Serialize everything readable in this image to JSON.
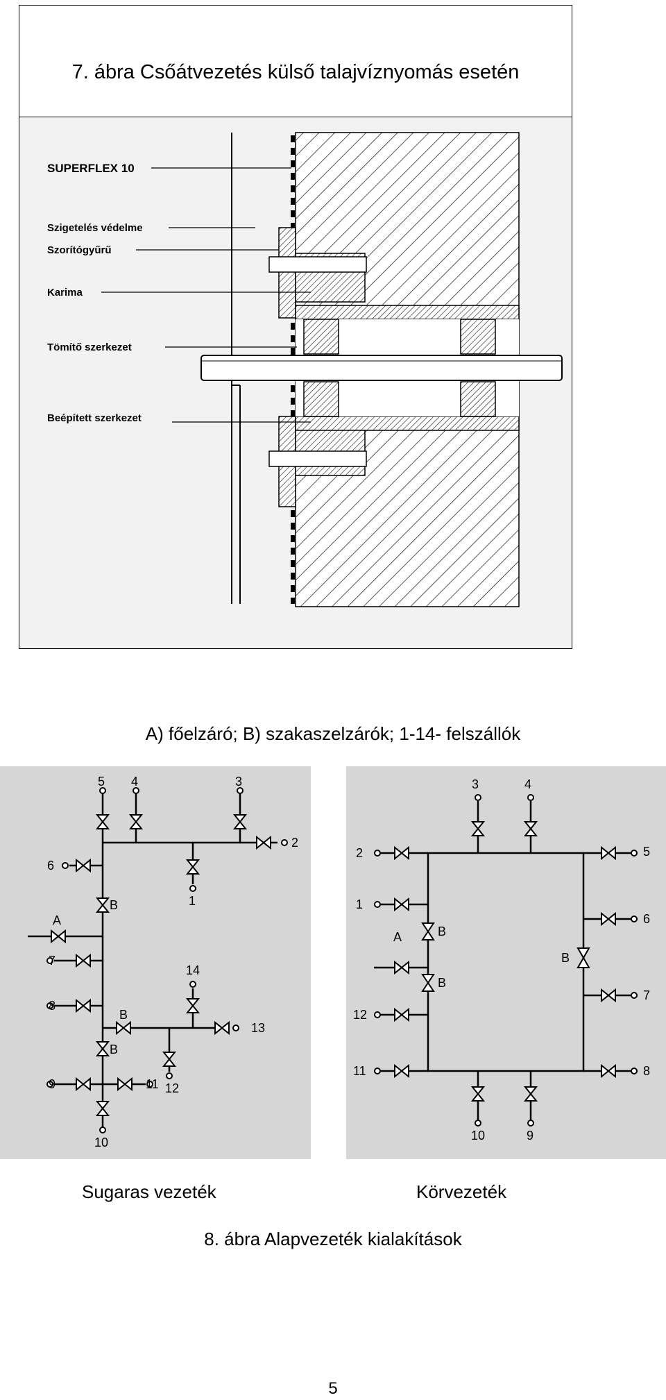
{
  "figure7": {
    "title": "7. ábra Csőátvezetés külső talajvíznyomás esetén",
    "labels": [
      "SUPERFLEX 10",
      "Szigetelés védelme",
      "Szorítógyűrű",
      "Karima",
      "Tömítő szerkezet",
      "Beépített szerkezet"
    ]
  },
  "legend_caption": "A) főelzáró; B) szakaszelzárók; 1-14- felszállók",
  "figure8": {
    "left": {
      "caption": "Sugaras vezeték",
      "riser_numbers": [
        "5",
        "4",
        "3",
        "2",
        "6",
        "1",
        "7",
        "8",
        "14",
        "13",
        "9",
        "11",
        "12",
        "10"
      ],
      "valve_letters": [
        "A",
        "B",
        "B",
        "B"
      ]
    },
    "right": {
      "caption": "Körvezeték",
      "riser_numbers": [
        "3",
        "4",
        "2",
        "5",
        "1",
        "6",
        "7",
        "12",
        "11",
        "8",
        "10",
        "9"
      ],
      "valve_letters": [
        "A",
        "B",
        "B",
        "B"
      ]
    },
    "title": "8. ábra Alapvezeték kialakítások"
  },
  "page_number": "5"
}
